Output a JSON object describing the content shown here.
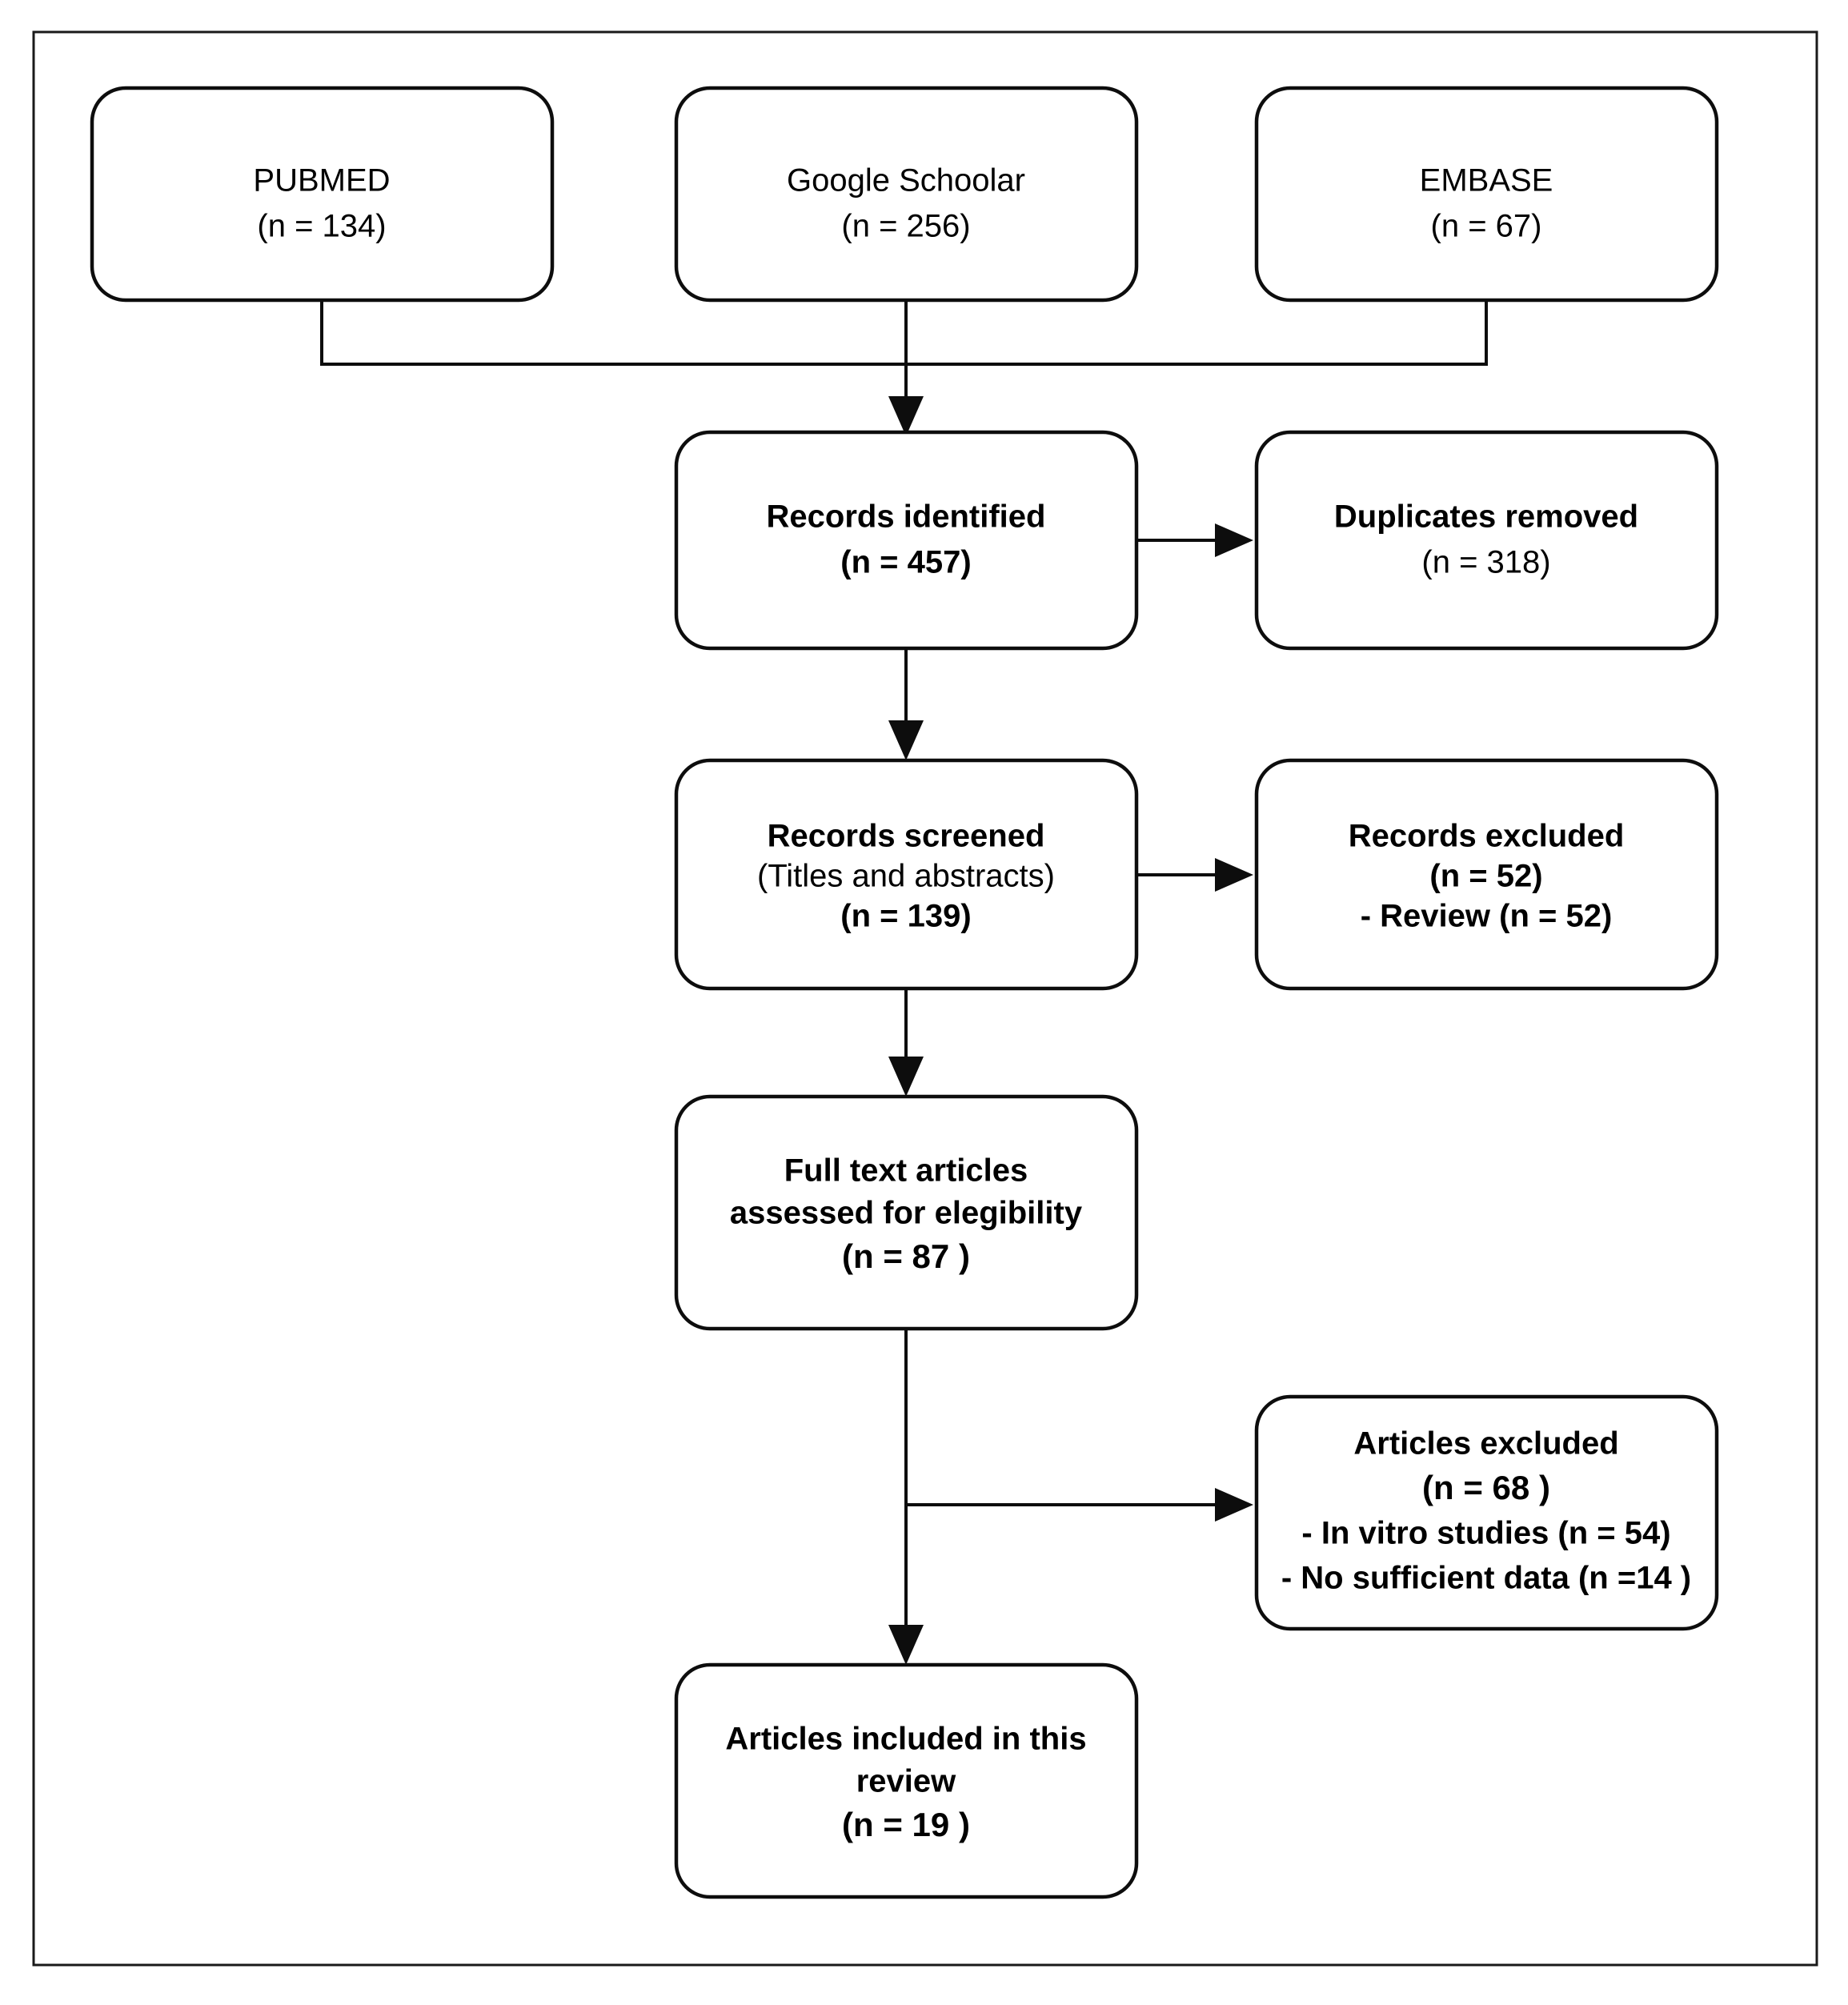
{
  "diagram": {
    "title": "PRISMA study selection flow diagram",
    "frame": {
      "stroke_color": "#1a1a1a"
    },
    "box_stroke_color": "#0d0d0d",
    "text_color": "#000000",
    "background_color": "#ffffff",
    "sources": [
      {
        "id": "pubmed",
        "name": "source-box-pubmed",
        "lines": [
          {
            "text": "PUBMED",
            "weight": "regular"
          },
          {
            "text": "(n = 134)",
            "weight": "regular"
          }
        ],
        "count": 134
      },
      {
        "id": "google_scholar",
        "name": "source-box-google-scholar",
        "lines": [
          {
            "text": "Google Schoolar",
            "weight": "regular"
          },
          {
            "text": "(n = 256)",
            "weight": "regular"
          }
        ],
        "count": 256
      },
      {
        "id": "embase",
        "name": "source-box-embase",
        "lines": [
          {
            "text": "EMBASE",
            "weight": "regular"
          },
          {
            "text": "(n = 67)",
            "weight": "regular"
          }
        ],
        "count": 67
      }
    ],
    "stages": [
      {
        "id": "records_identified",
        "name": "stage-box-records-identified",
        "lines": [
          {
            "text": "Records identified",
            "weight": "bold"
          },
          {
            "text": "(n = 457)",
            "weight": "bold"
          }
        ],
        "count": 457
      },
      {
        "id": "records_screened",
        "name": "stage-box-records-screened",
        "lines": [
          {
            "text": "Records screened",
            "weight": "bold"
          },
          {
            "text": "(Titles and abstracts)",
            "weight": "regular"
          },
          {
            "text": "(n = 139)",
            "weight": "bold"
          }
        ],
        "count": 139
      },
      {
        "id": "full_text_assessed",
        "name": "stage-box-full-text-assessed",
        "lines": [
          {
            "text": "Full text articles",
            "weight": "bold"
          },
          {
            "text": "assessed for elegibility",
            "weight": "bold"
          },
          {
            "text": "(n = 87 )",
            "weight": "bold"
          }
        ],
        "count": 87
      },
      {
        "id": "articles_included",
        "name": "stage-box-articles-included",
        "lines": [
          {
            "text": "Articles included in this",
            "weight": "bold"
          },
          {
            "text": "review",
            "weight": "bold"
          },
          {
            "text": "(n = 19 )",
            "weight": "bold"
          }
        ],
        "count": 19
      }
    ],
    "exclusions": [
      {
        "id": "duplicates_removed",
        "name": "exclusion-box-duplicates-removed",
        "lines": [
          {
            "text": "Duplicates removed",
            "weight": "bold"
          },
          {
            "text": "(n = 318)",
            "weight": "regular"
          }
        ],
        "count": 318
      },
      {
        "id": "records_excluded",
        "name": "exclusion-box-records-excluded",
        "lines": [
          {
            "text": "Records excluded",
            "weight": "bold"
          },
          {
            "text": "(n = 52)",
            "weight": "bold"
          },
          {
            "text": "- Review (n = 52)",
            "weight": "bold"
          }
        ],
        "count": 52
      },
      {
        "id": "articles_excluded",
        "name": "exclusion-box-articles-excluded",
        "lines": [
          {
            "text": "Articles excluded",
            "weight": "bold"
          },
          {
            "text": "(n = 68 )",
            "weight": "bold"
          },
          {
            "text": "- In vitro studies (n = 54)",
            "weight": "bold"
          },
          {
            "text": "- No sufficient data (n =14 )",
            "weight": "bold"
          }
        ],
        "count": 68
      }
    ],
    "chart_data": {
      "type": "diagram",
      "flow": [
        {
          "from": "pubmed",
          "to": "records_identified",
          "label": ""
        },
        {
          "from": "google_scholar",
          "to": "records_identified",
          "label": ""
        },
        {
          "from": "embase",
          "to": "records_identified",
          "label": ""
        },
        {
          "from": "records_identified",
          "to": "duplicates_removed",
          "label": ""
        },
        {
          "from": "records_identified",
          "to": "records_screened",
          "label": ""
        },
        {
          "from": "records_screened",
          "to": "records_excluded",
          "label": ""
        },
        {
          "from": "records_screened",
          "to": "full_text_assessed",
          "label": ""
        },
        {
          "from": "full_text_assessed",
          "to": "articles_excluded",
          "label": ""
        },
        {
          "from": "full_text_assessed",
          "to": "articles_included",
          "label": ""
        }
      ]
    }
  }
}
